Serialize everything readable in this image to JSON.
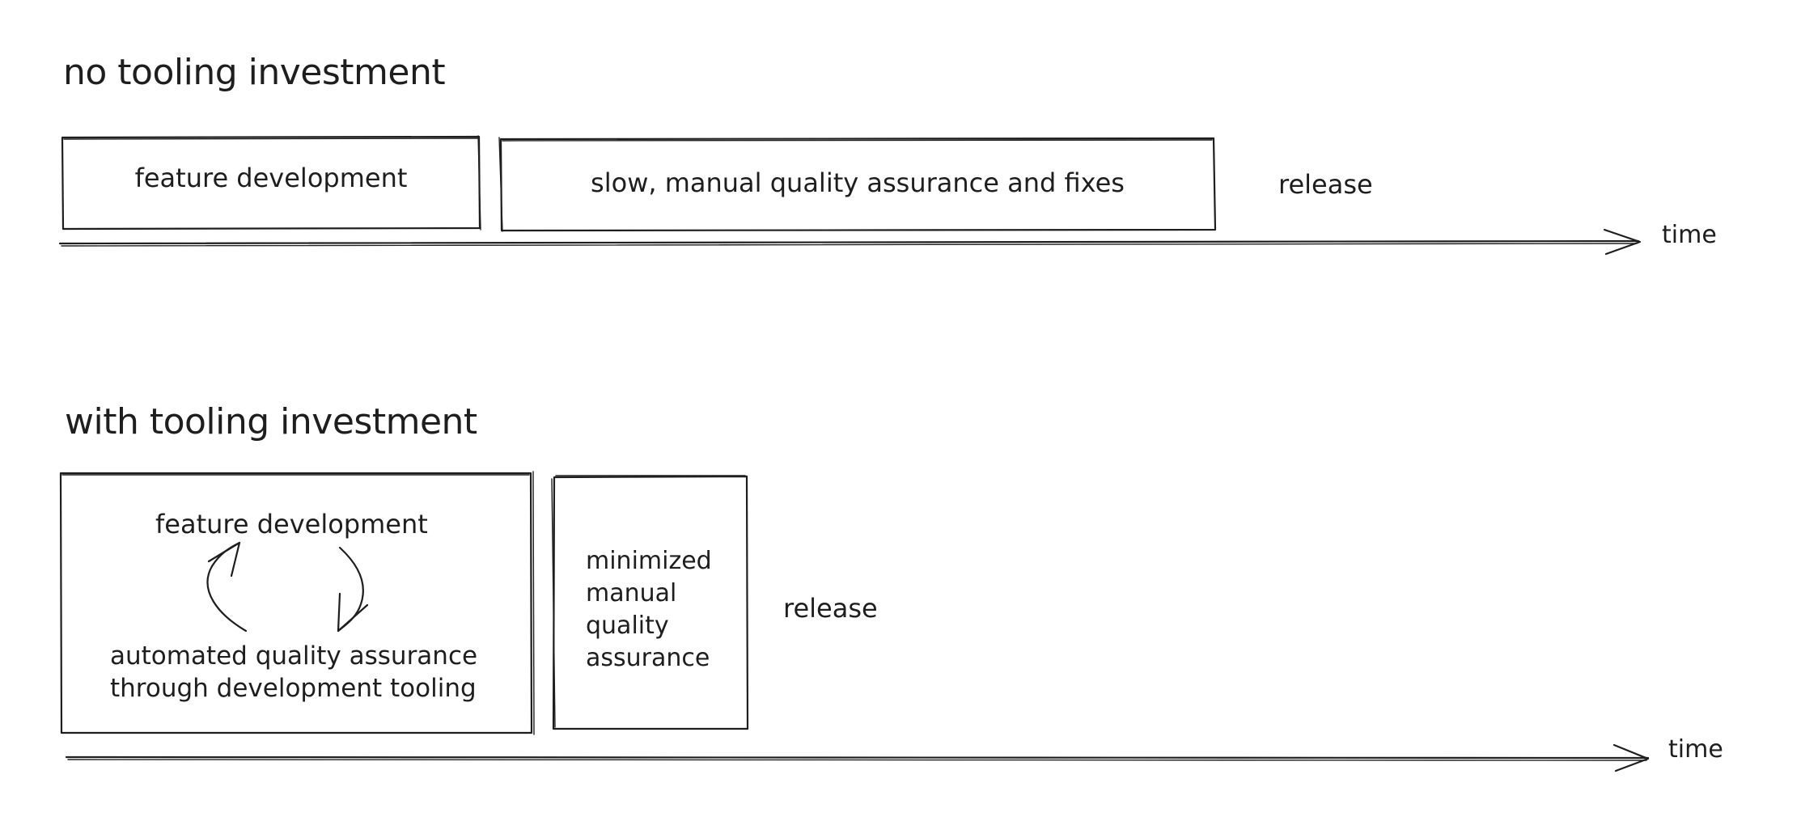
{
  "colors": {
    "stroke": "#1e1e1e",
    "background": "#ffffff"
  },
  "top": {
    "heading": "no tooling investment",
    "feature_box": "feature development",
    "qa_box": "slow, manual quality assurance and fixes",
    "release": "release",
    "axis_label": "time"
  },
  "bottom": {
    "heading": "with tooling investment",
    "feature_label": "feature development",
    "automated_qa": "automated quality assurance\nthrough development tooling",
    "manual_qa": "minimized\nmanual\nquality\nassurance",
    "release": "release",
    "axis_label": "time"
  }
}
